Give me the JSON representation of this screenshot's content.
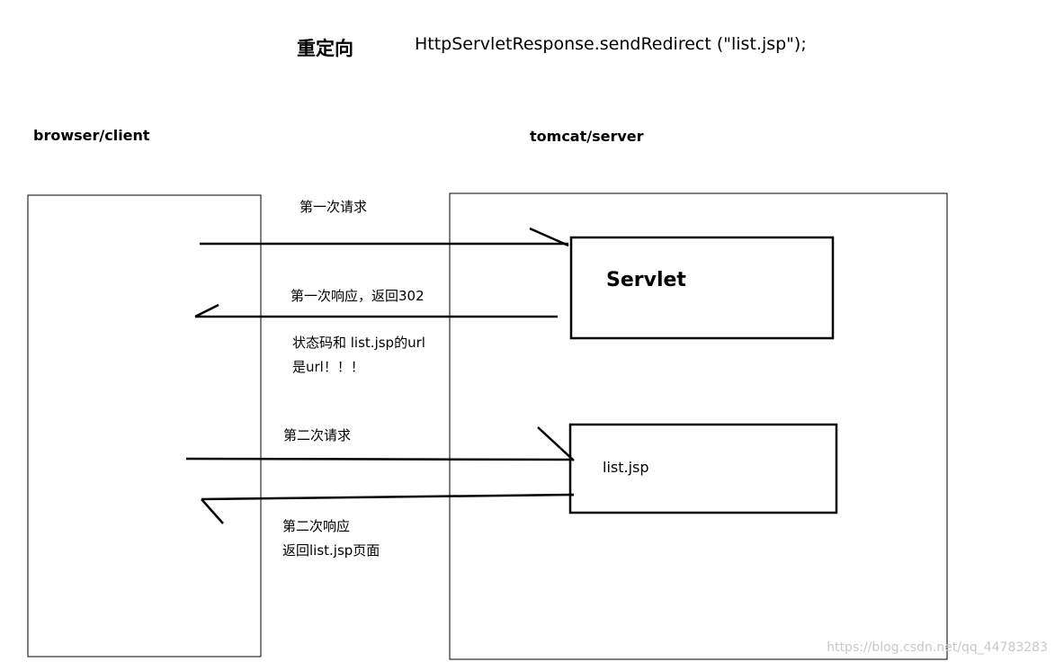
{
  "header": {
    "title": "重定向",
    "code": "HttpServletResponse.sendRedirect (\"list.jsp\");"
  },
  "columns": {
    "client_label": "browser/client",
    "server_label": "tomcat/server"
  },
  "components": {
    "servlet": "Servlet",
    "listjsp": "list.jsp"
  },
  "messages": {
    "first_request": "第一次请求",
    "first_response_line1": "第一次响应，返回302",
    "first_response_line2": "状态码和 list.jsp的url",
    "first_response_line3": "是url！！！",
    "second_request": "第二次请求",
    "second_response_line1": "第二次响应",
    "second_response_line2": "返回list.jsp页面"
  },
  "watermark": "https://blog.csdn.net/qq_44783283"
}
